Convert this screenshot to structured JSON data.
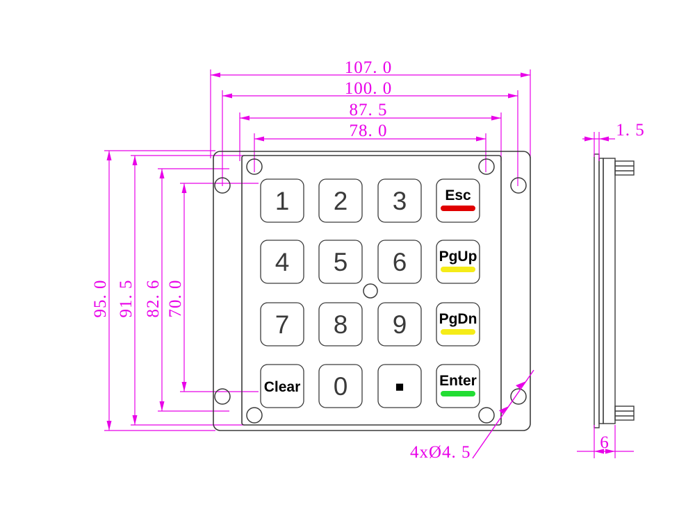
{
  "drawing": {
    "title": "Metal keypad mechanical dimension drawing",
    "units": "mm",
    "dim_color": "#e800e8",
    "line_color": "#3a3a3a",
    "background": "#ffffff"
  },
  "dimensions": {
    "horizontal": [
      {
        "id": "h1",
        "label": "107. 0",
        "value": 107.0,
        "desc": "outer-plate-width"
      },
      {
        "id": "h2",
        "label": "100. 0",
        "value": 100.0,
        "desc": "outer-hole-span-width"
      },
      {
        "id": "h3",
        "label": "87. 5",
        "value": 87.5,
        "desc": "inner-panel-width"
      },
      {
        "id": "h4",
        "label": "78. 0",
        "value": 78.0,
        "desc": "inner-hole-span-width"
      }
    ],
    "vertical": [
      {
        "id": "v1",
        "label": "95. 0",
        "value": 95.0,
        "desc": "outer-plate-height"
      },
      {
        "id": "v2",
        "label": "91. 5",
        "value": 91.5,
        "desc": "inner-panel-height"
      },
      {
        "id": "v3",
        "label": "82. 6",
        "value": 82.6,
        "desc": "outer-hole-span-height"
      },
      {
        "id": "v4",
        "label": "70. 0",
        "value": 70.0,
        "desc": "inner-hole-span-height"
      }
    ],
    "side": [
      {
        "id": "s1",
        "label": "1. 5",
        "value": 1.5,
        "desc": "front-plate-thickness"
      },
      {
        "id": "s2",
        "label": "6",
        "value": 6,
        "desc": "total-depth"
      }
    ],
    "hole_note": {
      "label": "4xØ4. 5",
      "quantity": 4,
      "diameter": 4.5,
      "desc": "four mounting holes diameter 4.5"
    }
  },
  "keypad": {
    "rows": [
      [
        {
          "label": "1",
          "type": "digit",
          "bar": null
        },
        {
          "label": "2",
          "type": "digit",
          "bar": null
        },
        {
          "label": "3",
          "type": "digit",
          "bar": null
        },
        {
          "label": "Esc",
          "type": "function",
          "bar": "#e00000"
        }
      ],
      [
        {
          "label": "4",
          "type": "digit",
          "bar": null
        },
        {
          "label": "5",
          "type": "digit",
          "bar": null
        },
        {
          "label": "6",
          "type": "digit",
          "bar": null
        },
        {
          "label": "PgUp",
          "type": "function",
          "bar": "#f5ec18"
        }
      ],
      [
        {
          "label": "7",
          "type": "digit",
          "bar": null
        },
        {
          "label": "8",
          "type": "digit",
          "bar": null
        },
        {
          "label": "9",
          "type": "digit",
          "bar": null
        },
        {
          "label": "PgDn",
          "type": "function",
          "bar": "#f5ec18"
        }
      ],
      [
        {
          "label": "Clear",
          "type": "function",
          "bar": null
        },
        {
          "label": "0",
          "type": "digit",
          "bar": null
        },
        {
          "label": "■",
          "type": "symbol",
          "bar": null
        },
        {
          "label": "Enter",
          "type": "function",
          "bar": "#22dd33"
        }
      ]
    ],
    "led_indicator": "center-led"
  }
}
